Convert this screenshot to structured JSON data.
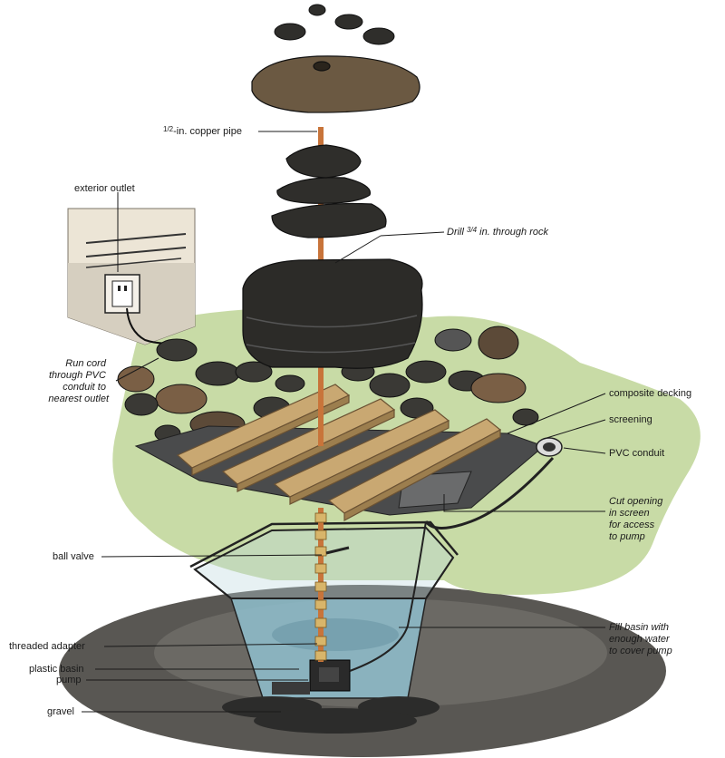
{
  "labels": {
    "copper_pipe_fraction": "1/2",
    "copper_pipe": "-in. copper pipe",
    "exterior_outlet": "exterior outlet",
    "drill_prefix": "Drill ",
    "drill_fraction": "3/4",
    "drill_suffix": " in. through rock",
    "run_cord_1": "Run cord",
    "run_cord_2": "through PVC",
    "run_cord_3": "conduit to",
    "run_cord_4": "nearest outlet",
    "composite_decking": "composite decking",
    "screening": "screening",
    "pvc_conduit": "PVC conduit",
    "cut_opening_1": "Cut opening",
    "cut_opening_2": "in screen",
    "cut_opening_3": "for access",
    "cut_opening_4": "to pump",
    "ball_valve": "ball valve",
    "fill_basin_1": "Fill basin with",
    "fill_basin_2": "enough water",
    "fill_basin_3": "to cover pump",
    "threaded_adapter": "threaded adapter",
    "plastic_basin": "plastic basin",
    "pump": "pump",
    "gravel": "gravel"
  },
  "colors": {
    "rock_dark": "#2e2d2a",
    "rock_brown": "#6e5a43",
    "grass": "#c9dcaa",
    "soil": "#5a5854",
    "water": "#9cc7d6",
    "copper": "#c8743a",
    "decking": "#c9a872",
    "wall": "#e9e2d4"
  }
}
